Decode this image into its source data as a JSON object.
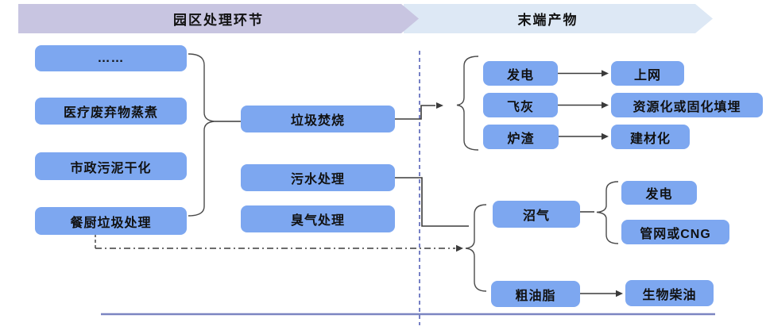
{
  "colors": {
    "node_fill": "#7da7f0",
    "band_left": "#c8c5e1",
    "band_right": "#dde8f5",
    "connector": "#3b3b3b",
    "divider": "#7680c5",
    "baseline": "#7b85c1"
  },
  "header": {
    "left_label": "园区处理环节",
    "right_label": "末端产物"
  },
  "pretreatment_sources": [
    "……",
    "医疗废弃物蒸煮",
    "市政污泥干化",
    "餐厨垃圾处理"
  ],
  "park_processes": [
    "垃圾焚烧",
    "污水处理",
    "臭气处理"
  ],
  "incineration_outputs": [
    {
      "product": "发电",
      "destination": "上网"
    },
    {
      "product": "飞灰",
      "destination": "资源化或固化填埋"
    },
    {
      "product": "炉渣",
      "destination": "建材化"
    }
  ],
  "anaerobic_outputs": {
    "biogas": {
      "product": "沼气",
      "destinations": [
        "发电",
        "管网或CNG"
      ]
    },
    "crude_grease": {
      "product": "粗油脂",
      "destination": "生物柴油"
    }
  }
}
